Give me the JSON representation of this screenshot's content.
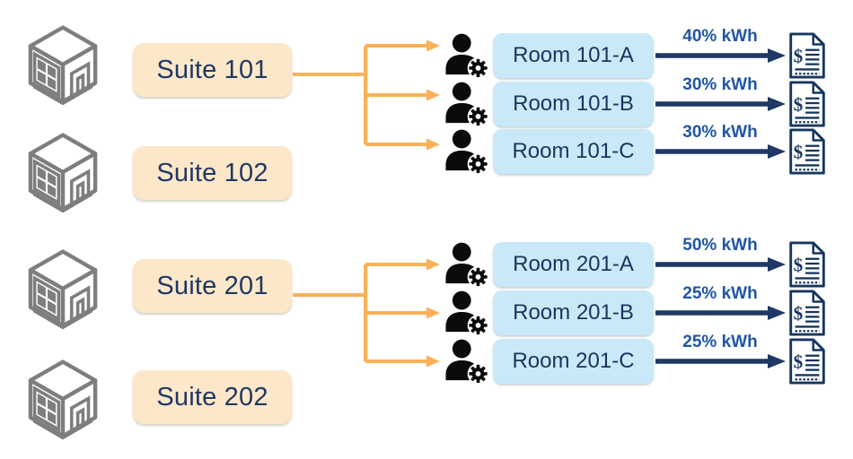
{
  "diagram_name": "suite-room-energy-billing-allocation",
  "suites": [
    {
      "label": "Suite 101",
      "connected": true
    },
    {
      "label": "Suite 102",
      "connected": false
    },
    {
      "label": "Suite 201",
      "connected": true
    },
    {
      "label": "Suite 202",
      "connected": false
    }
  ],
  "rooms": [
    {
      "label": "Room 101-A",
      "share": "40% kWh",
      "parent_suite": "Suite 101"
    },
    {
      "label": "Room 101-B",
      "share": "30% kWh",
      "parent_suite": "Suite 101"
    },
    {
      "label": "Room 101-C",
      "share": "30% kWh",
      "parent_suite": "Suite 101"
    },
    {
      "label": "Room 201-A",
      "share": "50% kWh",
      "parent_suite": "Suite 201"
    },
    {
      "label": "Room 201-B",
      "share": "25% kWh",
      "parent_suite": "Suite 201"
    },
    {
      "label": "Room 201-C",
      "share": "25% kWh",
      "parent_suite": "Suite 201"
    }
  ],
  "icons": {
    "building": "isometric-building-cube",
    "tenant": "person-with-gear",
    "invoice": "dollar-invoice-document"
  },
  "colors": {
    "suite_fill": "#FCE8C8",
    "room_fill": "#C9E9F9",
    "navy_text": "#17365D",
    "suite_text": "#1F3864",
    "orange_connector": "#FBB157",
    "navy_arrow": "#1F3864",
    "share_label_blue": "#1F55A8",
    "building_gray": "#7E7E7E",
    "person_black": "#0B0B0B",
    "background": "#FFFFFF"
  }
}
